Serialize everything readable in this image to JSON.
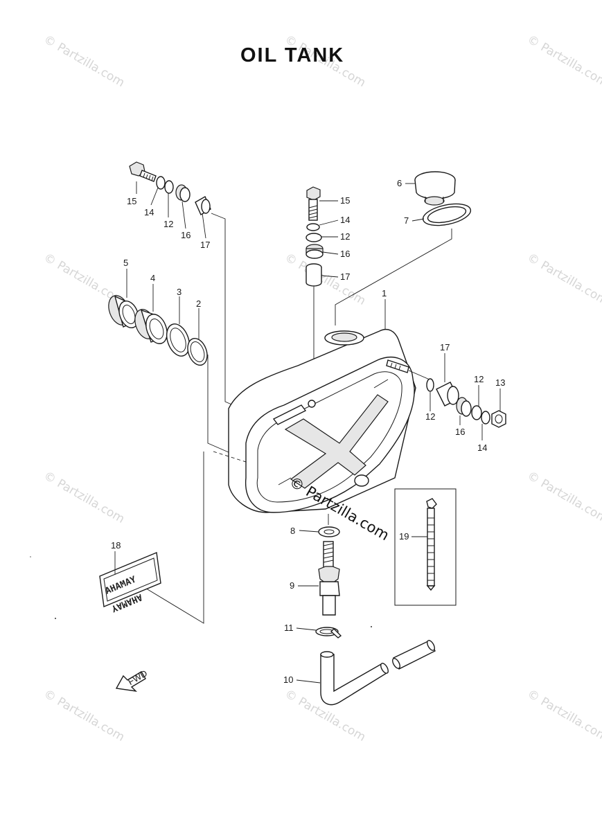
{
  "title": "OIL TANK",
  "watermark": {
    "text": "© Partzilla.com",
    "center_text": "© Partzilla.com"
  },
  "callouts": {
    "c1": "1",
    "c2": "2",
    "c3": "3",
    "c4": "4",
    "c5": "5",
    "c6": "6",
    "c7": "7",
    "c8": "8",
    "c9": "9",
    "c10": "10",
    "c11": "11",
    "c19": "19",
    "c18": "18",
    "tl15": "15",
    "tl14": "14",
    "tl12": "12",
    "tl16": "16",
    "tl17": "17",
    "tc15": "15",
    "tc14": "14",
    "tc12": "12",
    "tc16": "16",
    "tc17": "17",
    "r17": "17",
    "r12a": "12",
    "r13": "13",
    "r12b": "12",
    "r16": "16",
    "r14": "14"
  },
  "emblem": {
    "line1": "AHAMAY",
    "line2": "YAMAHA"
  },
  "fwd_label": "FWD"
}
